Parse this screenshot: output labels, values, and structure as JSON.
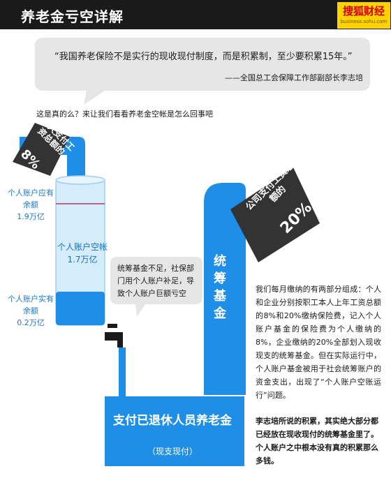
{
  "header": {
    "title": "养老金亏空详解",
    "logo_name": "搜狐财经",
    "logo_url": "business.sohu.com"
  },
  "quote": {
    "text": "“我国养老保险不是实行的现收现付制度，而是积累制，至少要积累15年。”",
    "source": "——全国总工会保障工作部副部长李志培"
  },
  "question": "这是真的么？来让我们看看养老金空帐是怎么回事吧",
  "personal_contribution": {
    "label": "个人支付工资总额的",
    "percent": "8%"
  },
  "tank": {
    "label_should": "个人账户应有余额",
    "value_should": "1.9万亿",
    "label_actual": "个人账户实有余额",
    "value_actual": "0.2万亿",
    "empty_label": "个人账户空帐",
    "empty_value": "1.7万亿"
  },
  "shortfall_note": "统筹基金不足，社保部门用个人账户补足，导致个人账户巨额亏空",
  "pooled_fund": "统筹基金",
  "company_contribution": {
    "label": "公司支付工资总额的",
    "percent": "20%"
  },
  "explanation": "我们每月缴纳的有两部分组成：个人和企业分别按职工本人上年工资总额的8%和20%缴纳保险费，记入个人账户基金的保险费为个人缴纳的8%，企业缴纳的20%全部划入现收现支的统筹基金。但在实际运行中，个人账户基金被用于社会统筹账户的资金支出，出现了“个人账户空账运行”问题。",
  "conclusion": "李志培所说的积累，其实绝大部分都已经放在现收现付的统筹基金里了。个人账户之中根本没有真的积累那么多钱。",
  "payout": {
    "main": "支付已退休人员养老金",
    "sub": "（现支现付）"
  },
  "colors": {
    "blue": "#1f8ee6",
    "dark_blue": "#1a6fc0",
    "gray_bubble": "#e6e6e6",
    "dark_tag": "#333333"
  }
}
